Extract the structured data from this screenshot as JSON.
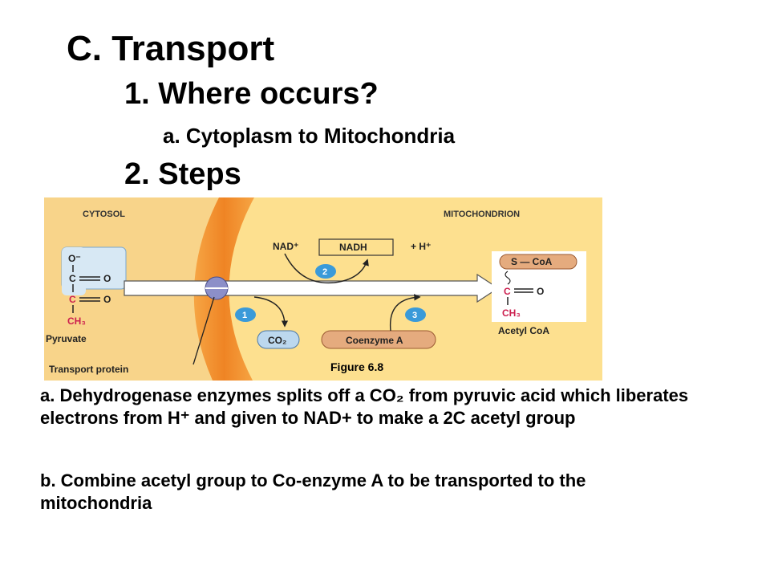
{
  "slide": {
    "title": "C. Transport",
    "heading1": "1. Where occurs?",
    "heading1_sub": "a. Cytoplasm to Mitochondria",
    "heading2": "2. Steps"
  },
  "figure": {
    "cytosol_label": "CYTOSOL",
    "mitochondrion_label": "MITOCHONDRION",
    "nad_plus": "NAD⁺",
    "nadh": "NADH",
    "h_plus": "+ H⁺",
    "step1": "1",
    "step2": "2",
    "step3": "3",
    "co2": "CO₂",
    "coenzyme_a": "Coenzyme A",
    "pyruvate_label": "Pyruvate",
    "transport_protein_label": "Transport protein",
    "acetyl_coa_label": "Acetyl CoA",
    "s_coa": "S — CoA",
    "caption": "Figure 6.8",
    "atoms": {
      "o_minus": "O⁻",
      "c": "C",
      "o": "O",
      "ch3": "CH₃",
      "s": "S"
    }
  },
  "paragraphs": {
    "a": "a. Dehydrogenase enzymes splits off a CO₂ from pyruvic acid which liberates electrons from H⁺ and given to NAD+ to make a 2C acetyl group",
    "b": "b. Combine acetyl group to Co-enzyme A to be transported to the mitochondria"
  },
  "colors": {
    "cytosol_bg": "#f8d48a",
    "membrane": "#f08a28",
    "mito_bg": "#fde08f",
    "step_badge": "#3a9ad9",
    "box_blue": "#bcd8ee",
    "box_tan": "#e5ab7e",
    "molecule_red": "#cc1f4f"
  }
}
